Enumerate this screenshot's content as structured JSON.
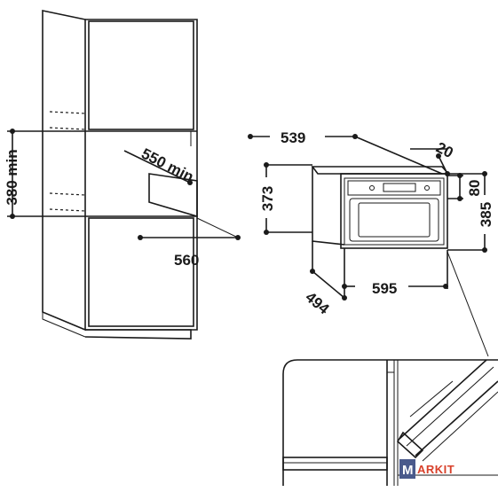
{
  "dimensions": {
    "niche_height_min": "380 min",
    "niche_depth_min": "550 min",
    "niche_width": "560",
    "unit_width": "539",
    "unit_height": "373",
    "frame_depth": "20",
    "control_panel_height": "80",
    "front_height": "385",
    "body_depth": "494",
    "front_width": "595"
  },
  "watermark": {
    "badge_letter": "M",
    "text": "ARKIT"
  },
  "colors": {
    "line": "#1a1a1a",
    "watermark_badge": "#4a5a8c",
    "watermark_text": "#d8402a"
  }
}
